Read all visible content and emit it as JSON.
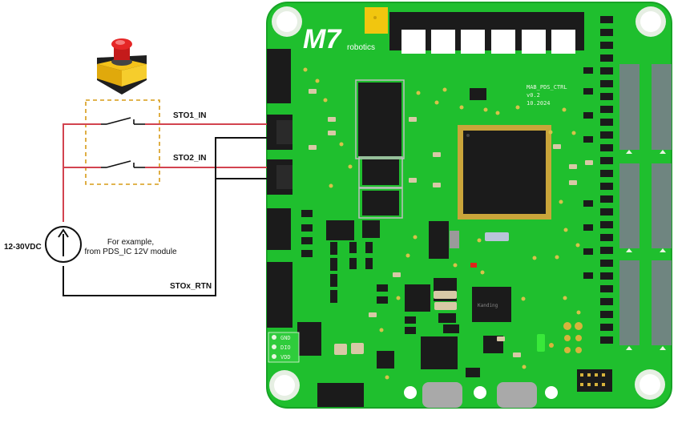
{
  "labels": {
    "sto1_in": "STO1_IN",
    "sto2_in": "STO2_IN",
    "stox_rtn": "STOx_RTN",
    "voltage": "12-30VDC",
    "example_line1": "For example,",
    "example_line2": "from PDS_IC 12V module"
  },
  "board": {
    "logo_mark": "M7",
    "logo_text": "robotics",
    "silk_name": "MAB_PDS_CTRL",
    "silk_version": "v0.2",
    "silk_date": "10.2024",
    "chip_mark": "Kanding",
    "header_pins": [
      "GND",
      "DIO",
      "VDD"
    ]
  },
  "colors": {
    "wire_red": "#d2434f",
    "wire_black": "#111111",
    "box_dashed": "#d79b17",
    "pcb_green": "#1fbf2e",
    "connector_dark": "#1b1b1b"
  }
}
